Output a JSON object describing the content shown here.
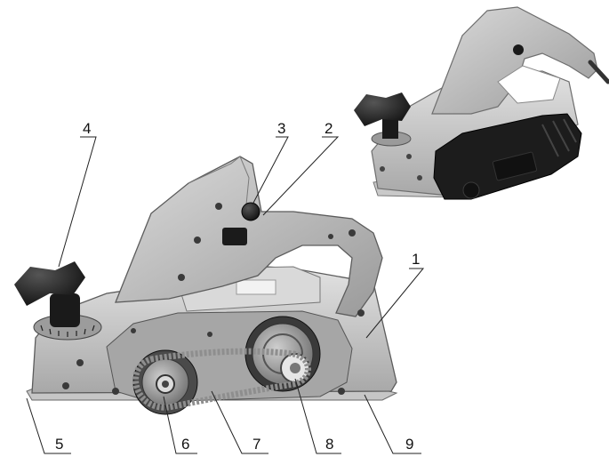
{
  "callouts": [
    {
      "id": "1",
      "label": "1"
    },
    {
      "id": "2",
      "label": "2"
    },
    {
      "id": "3",
      "label": "3"
    },
    {
      "id": "4",
      "label": "4"
    },
    {
      "id": "5",
      "label": "5"
    },
    {
      "id": "6",
      "label": "6"
    },
    {
      "id": "7",
      "label": "7"
    },
    {
      "id": "8",
      "label": "8"
    },
    {
      "id": "9",
      "label": "9"
    }
  ],
  "colors": {
    "body_light": "#d6d6d6",
    "body_mid": "#b4b4b4",
    "body_dark": "#8e8e8e",
    "cover_black": "#1c1c1c",
    "knob_black": "#1e1e1e",
    "belt_gray": "#9c9c9c"
  }
}
